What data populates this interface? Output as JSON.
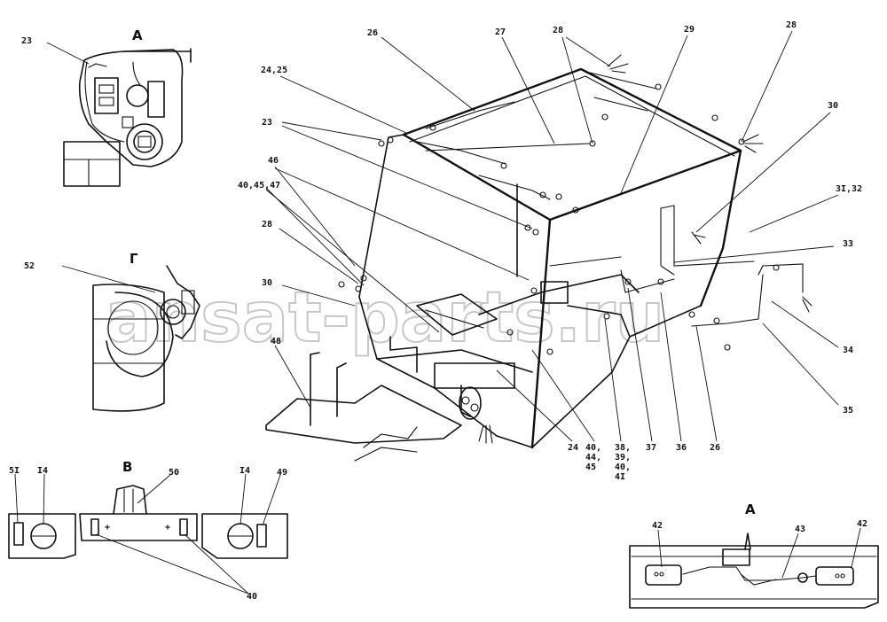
{
  "view_labels": {
    "a_top": "A",
    "g": "Г",
    "v": "В",
    "a_bottom": "A"
  },
  "watermark": "ansat-parts.ru",
  "callouts": {
    "c23_top": "23",
    "c26": "26",
    "c27": "27",
    "c28_top": "28",
    "c29": "29",
    "c28_right": "28",
    "c30_right": "30",
    "c24_25": "24,25",
    "c23_left": "23",
    "c46": "46",
    "c40_45_47": "40,45,47",
    "c31_32": "3I,32",
    "c28_left": "28",
    "c33": "33",
    "c52": "52",
    "c30_left": "30",
    "c34": "34",
    "c48": "48",
    "c35": "35",
    "c24_bottom": "24",
    "c40_44_45": "40,\n44,\n45",
    "c38_39_40_41": "38,\n39,\n40,\n4I",
    "c37": "37",
    "c36": "36",
    "c26_bottom": "26",
    "c51": "5I",
    "c14_left": "I4",
    "c50": "50",
    "c14_right": "I4",
    "c49": "49",
    "c40_bottom": "40",
    "c42_left": "42",
    "c43": "43",
    "c42_right": "42"
  }
}
